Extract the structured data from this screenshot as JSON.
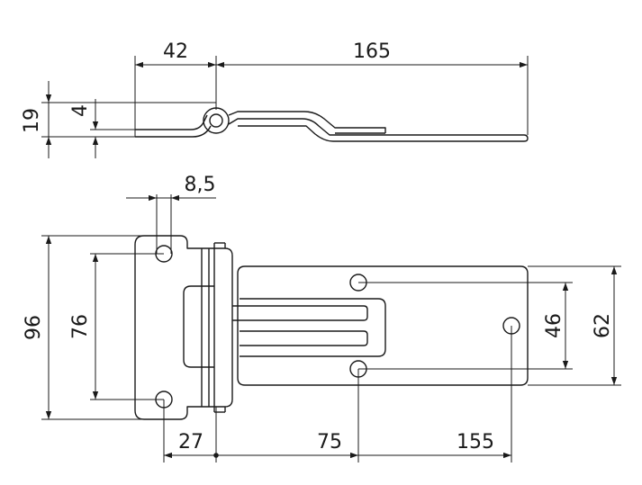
{
  "dimensions": {
    "top_width_a": "42",
    "top_width_b": "165",
    "top_height_total": "19",
    "top_thickness": "4",
    "hole_diameter": "8,5",
    "plate_height": "96",
    "hole_spacing_left": "76",
    "hole_spacing_right": "46",
    "leaf_height": "62",
    "offset_27": "27",
    "offset_75": "75",
    "offset_155": "155"
  }
}
